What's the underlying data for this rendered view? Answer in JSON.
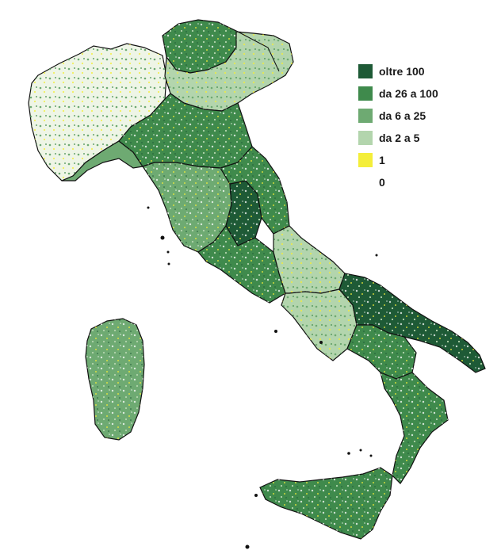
{
  "legend": {
    "items": [
      {
        "label": "oltre 100",
        "color": "#1e5a36"
      },
      {
        "label": "da 26 a 100",
        "color": "#3f8a4c"
      },
      {
        "label": "da 6 a 25",
        "color": "#6eaa72"
      },
      {
        "label": "da 2 a 5",
        "color": "#b3d5ad"
      },
      {
        "label": "1",
        "color": "#f4ee3a"
      },
      {
        "label": "0",
        "color": "#ffffff"
      }
    ]
  },
  "colors": {
    "border": "#111111",
    "background": "#ffffff"
  }
}
